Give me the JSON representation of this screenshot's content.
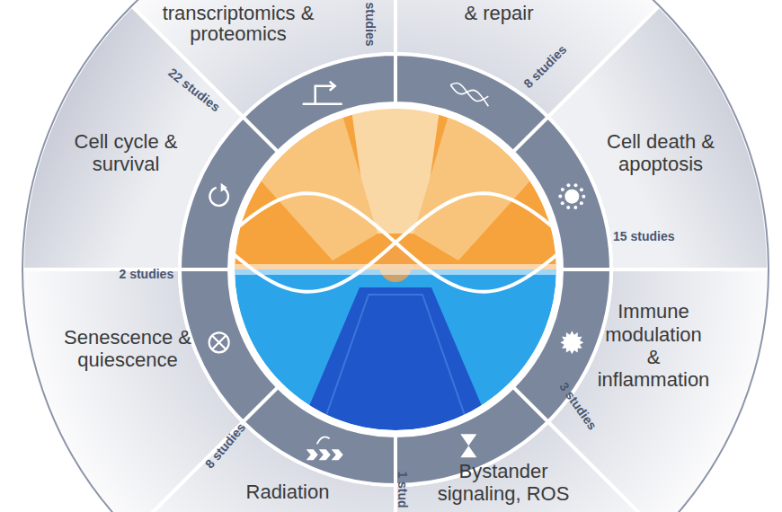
{
  "diagram": {
    "nodes": [
      {
        "text": [
          "transcriptomics & proteomics"
        ]
      },
      {
        "text": [
          "& repair"
        ]
      },
      {
        "text": [
          "Cell death & apoptosis"
        ]
      },
      {
        "text": [
          "Immune modulation & inflammation"
        ]
      },
      {
        "text": [
          "Bystander signaling, ROS"
        ]
      },
      {
        "text": [
          "Radiation"
        ]
      },
      {
        "text": [
          "Senescence & quiescence"
        ]
      },
      {
        "text": [
          "Cell cycle & survival"
        ]
      }
    ],
    "labels": [
      "studies",
      "8 studies",
      "15 studies",
      "3 studies",
      "1 stud",
      "8 studies",
      "2 studies",
      "22 studies"
    ]
  }
}
